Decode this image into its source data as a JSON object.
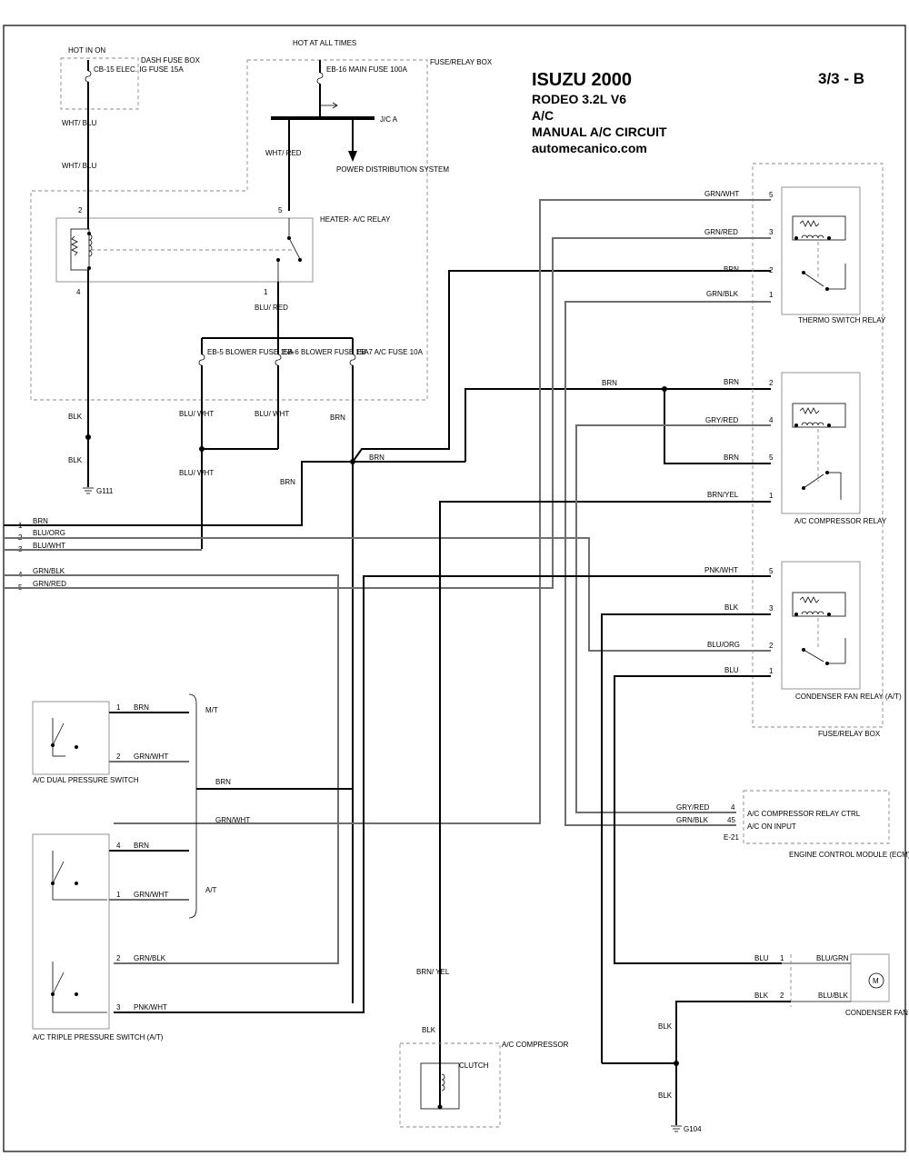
{
  "header": {
    "make_year": "ISUZU  2000",
    "model": "RODEO  3.2L  V6",
    "system": "A/C",
    "circuit": "MANUAL A/C  CIRCUIT",
    "website": "automecanico.com",
    "page": "3/3 - B"
  },
  "power": {
    "hot_in_on": "HOT IN ON",
    "hot_at_all_times": "HOT AT ALL TIMES",
    "dash_fuse_box": "DASH FUSE BOX",
    "fuse_relay_box": "FUSE/RELAY BOX",
    "fuse_relay_box_bottom": "FUSE/RELAY BOX",
    "cb15": "CB-15 ELEC. IG FUSE 15A",
    "eb16": "EB-16 MAIN FUSE 100A",
    "jca": "J/C A",
    "power_distribution": "POWER DISTRIBUTION SYSTEM",
    "heater_relay": "HEATER- A/C RELAY",
    "eb5": "EB-5 BLOWER FUSE 15A",
    "eb6": "EB-6 BLOWER FUSE 15A",
    "eb7": "EB-7 A/C FUSE 10A"
  },
  "wires": {
    "wht_blu": "WHT/ BLU",
    "wht_red": "WHT/ RED",
    "blu_red": "BLU/ RED",
    "blk": "BLK",
    "blu_wht": "BLU/ WHT",
    "brn": "BRN",
    "brn_yel": "BRN/ YEL",
    "grn_wht": "GRN/WHT",
    "grn_red": "GRN/RED",
    "grn_blk": "GRN/BLK",
    "gry_red": "GRY/RED",
    "brn_yel_h": "BRN/YEL",
    "pnk_wht": "PNK/WHT",
    "blu_org": "BLU/ORG",
    "blu_wht_h": "BLU/WHT",
    "blu": "BLU",
    "blu_grn": "BLU/GRN",
    "blu_blk": "BLU/BLK"
  },
  "pins": {
    "p1": "1",
    "p2": "2",
    "p3": "3",
    "p4": "4",
    "p5": "5",
    "p45": "45"
  },
  "components": {
    "thermo_relay": "THERMO SWITCH RELAY",
    "compressor_relay": "A/C COMPRESSOR RELAY",
    "condenser_relay": "CONDENSER FAN RELAY (A/T)",
    "dual_switch": "A/C DUAL PRESSURE SWITCH",
    "triple_switch": "A/C TRIPLE PRESSURE SWITCH (A/T)",
    "compressor": "A/C COMPRESSOR",
    "clutch": "CLUTCH",
    "condenser_fan": "CONDENSER FAN",
    "fan_symbol": "M",
    "ecm_line1": "A/C COMPRESSOR RELAY CTRL",
    "ecm_line2": "A/C ON INPUT",
    "ecm_conn": "E-21",
    "ecm_name": "ENGINE CONTROL MODULE (ECM) (M/T) OR POWERTRAIN CONTROL MODULE (PCM) (A/T)",
    "mt": "M/T",
    "at": "A/T",
    "g111": "G111",
    "g104": "G104"
  }
}
